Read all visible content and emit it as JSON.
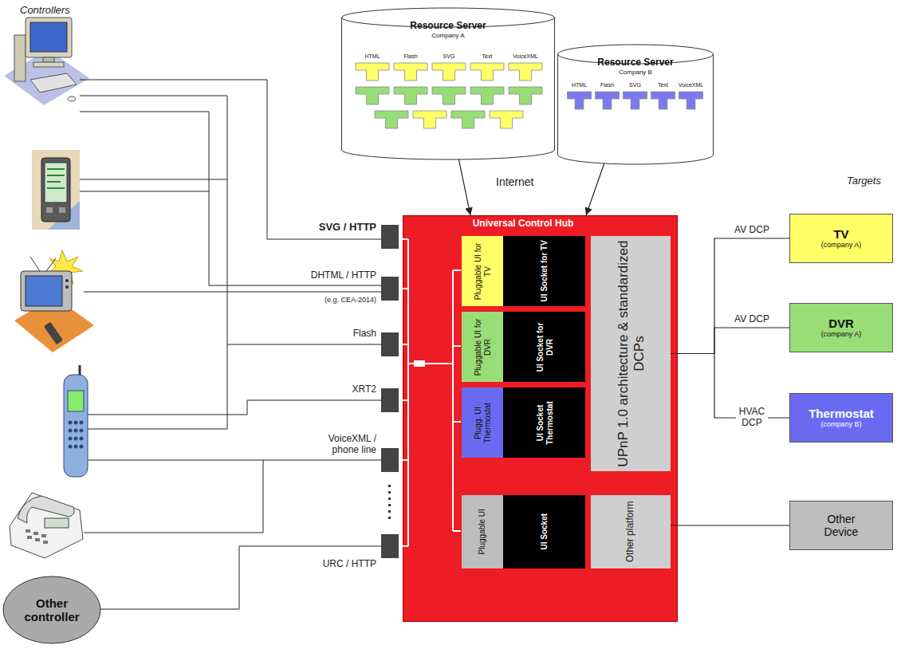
{
  "diagram": {
    "nodes": [
      {
        "text": [
          "Resource Server",
          "Company A",
          "HTML",
          "Flash",
          "SVG",
          "Text",
          "VoiceXML"
        ]
      },
      {
        "text": [
          "Resource Server",
          "Company B",
          "HTML",
          "Flash",
          "SVG",
          "Text",
          "VoiceXML"
        ]
      },
      {
        "text": [
          "Universal Control Hub"
        ]
      },
      {
        "text": [
          "Pluggable UI for TV"
        ],
        "in": 2
      },
      {
        "text": [
          "UI Socket for TV"
        ],
        "in": 2
      },
      {
        "text": [
          "Pluggable UI for DVR"
        ],
        "in": 2
      },
      {
        "text": [
          "UI Socket for DVR"
        ],
        "in": 2
      },
      {
        "text": [
          "Plugg. UI Thermostat"
        ],
        "in": 2
      },
      {
        "text": [
          "UI Socket Thermostat"
        ],
        "in": 2
      },
      {
        "text": [
          "Pluggable UI"
        ],
        "in": 2
      },
      {
        "text": [
          "UI Socket"
        ],
        "in": 2
      },
      {
        "text": [
          "UPnP 1.0 architecture & standardized DCPs"
        ],
        "in": 2
      },
      {
        "text": [
          "Other platform"
        ],
        "in": 2
      },
      {
        "text": [
          "TV",
          "(company A)"
        ]
      },
      {
        "text": [
          "DVR",
          "(company A)"
        ]
      },
      {
        "text": [
          "Thermostat",
          "(company B)"
        ]
      },
      {
        "text": [
          "Other Device"
        ]
      },
      {
        "text": [
          "Other controller"
        ]
      }
    ],
    "edges": [
      {
        "from": 0,
        "to": 2,
        "arrow": "to"
      },
      {
        "from": 1,
        "to": 2,
        "arrow": "to"
      },
      {
        "from": 11,
        "to": 13,
        "label": "AV DCP",
        "arrow": "none"
      },
      {
        "from": 11,
        "to": 14,
        "label": "AV DCP",
        "arrow": "none"
      },
      {
        "from": 11,
        "to": 15,
        "label": "HVAC DCP",
        "arrow": "none"
      },
      {
        "from": 12,
        "to": 16,
        "arrow": "none"
      }
    ],
    "labels": [
      "Controllers",
      "Internet",
      "Targets",
      "SVG / HTTP",
      "DHTML / HTTP",
      "(e.g. CEA-2014)",
      "Flash",
      "XRT2",
      "VoiceXML / phone line",
      "URC / HTTP"
    ]
  }
}
